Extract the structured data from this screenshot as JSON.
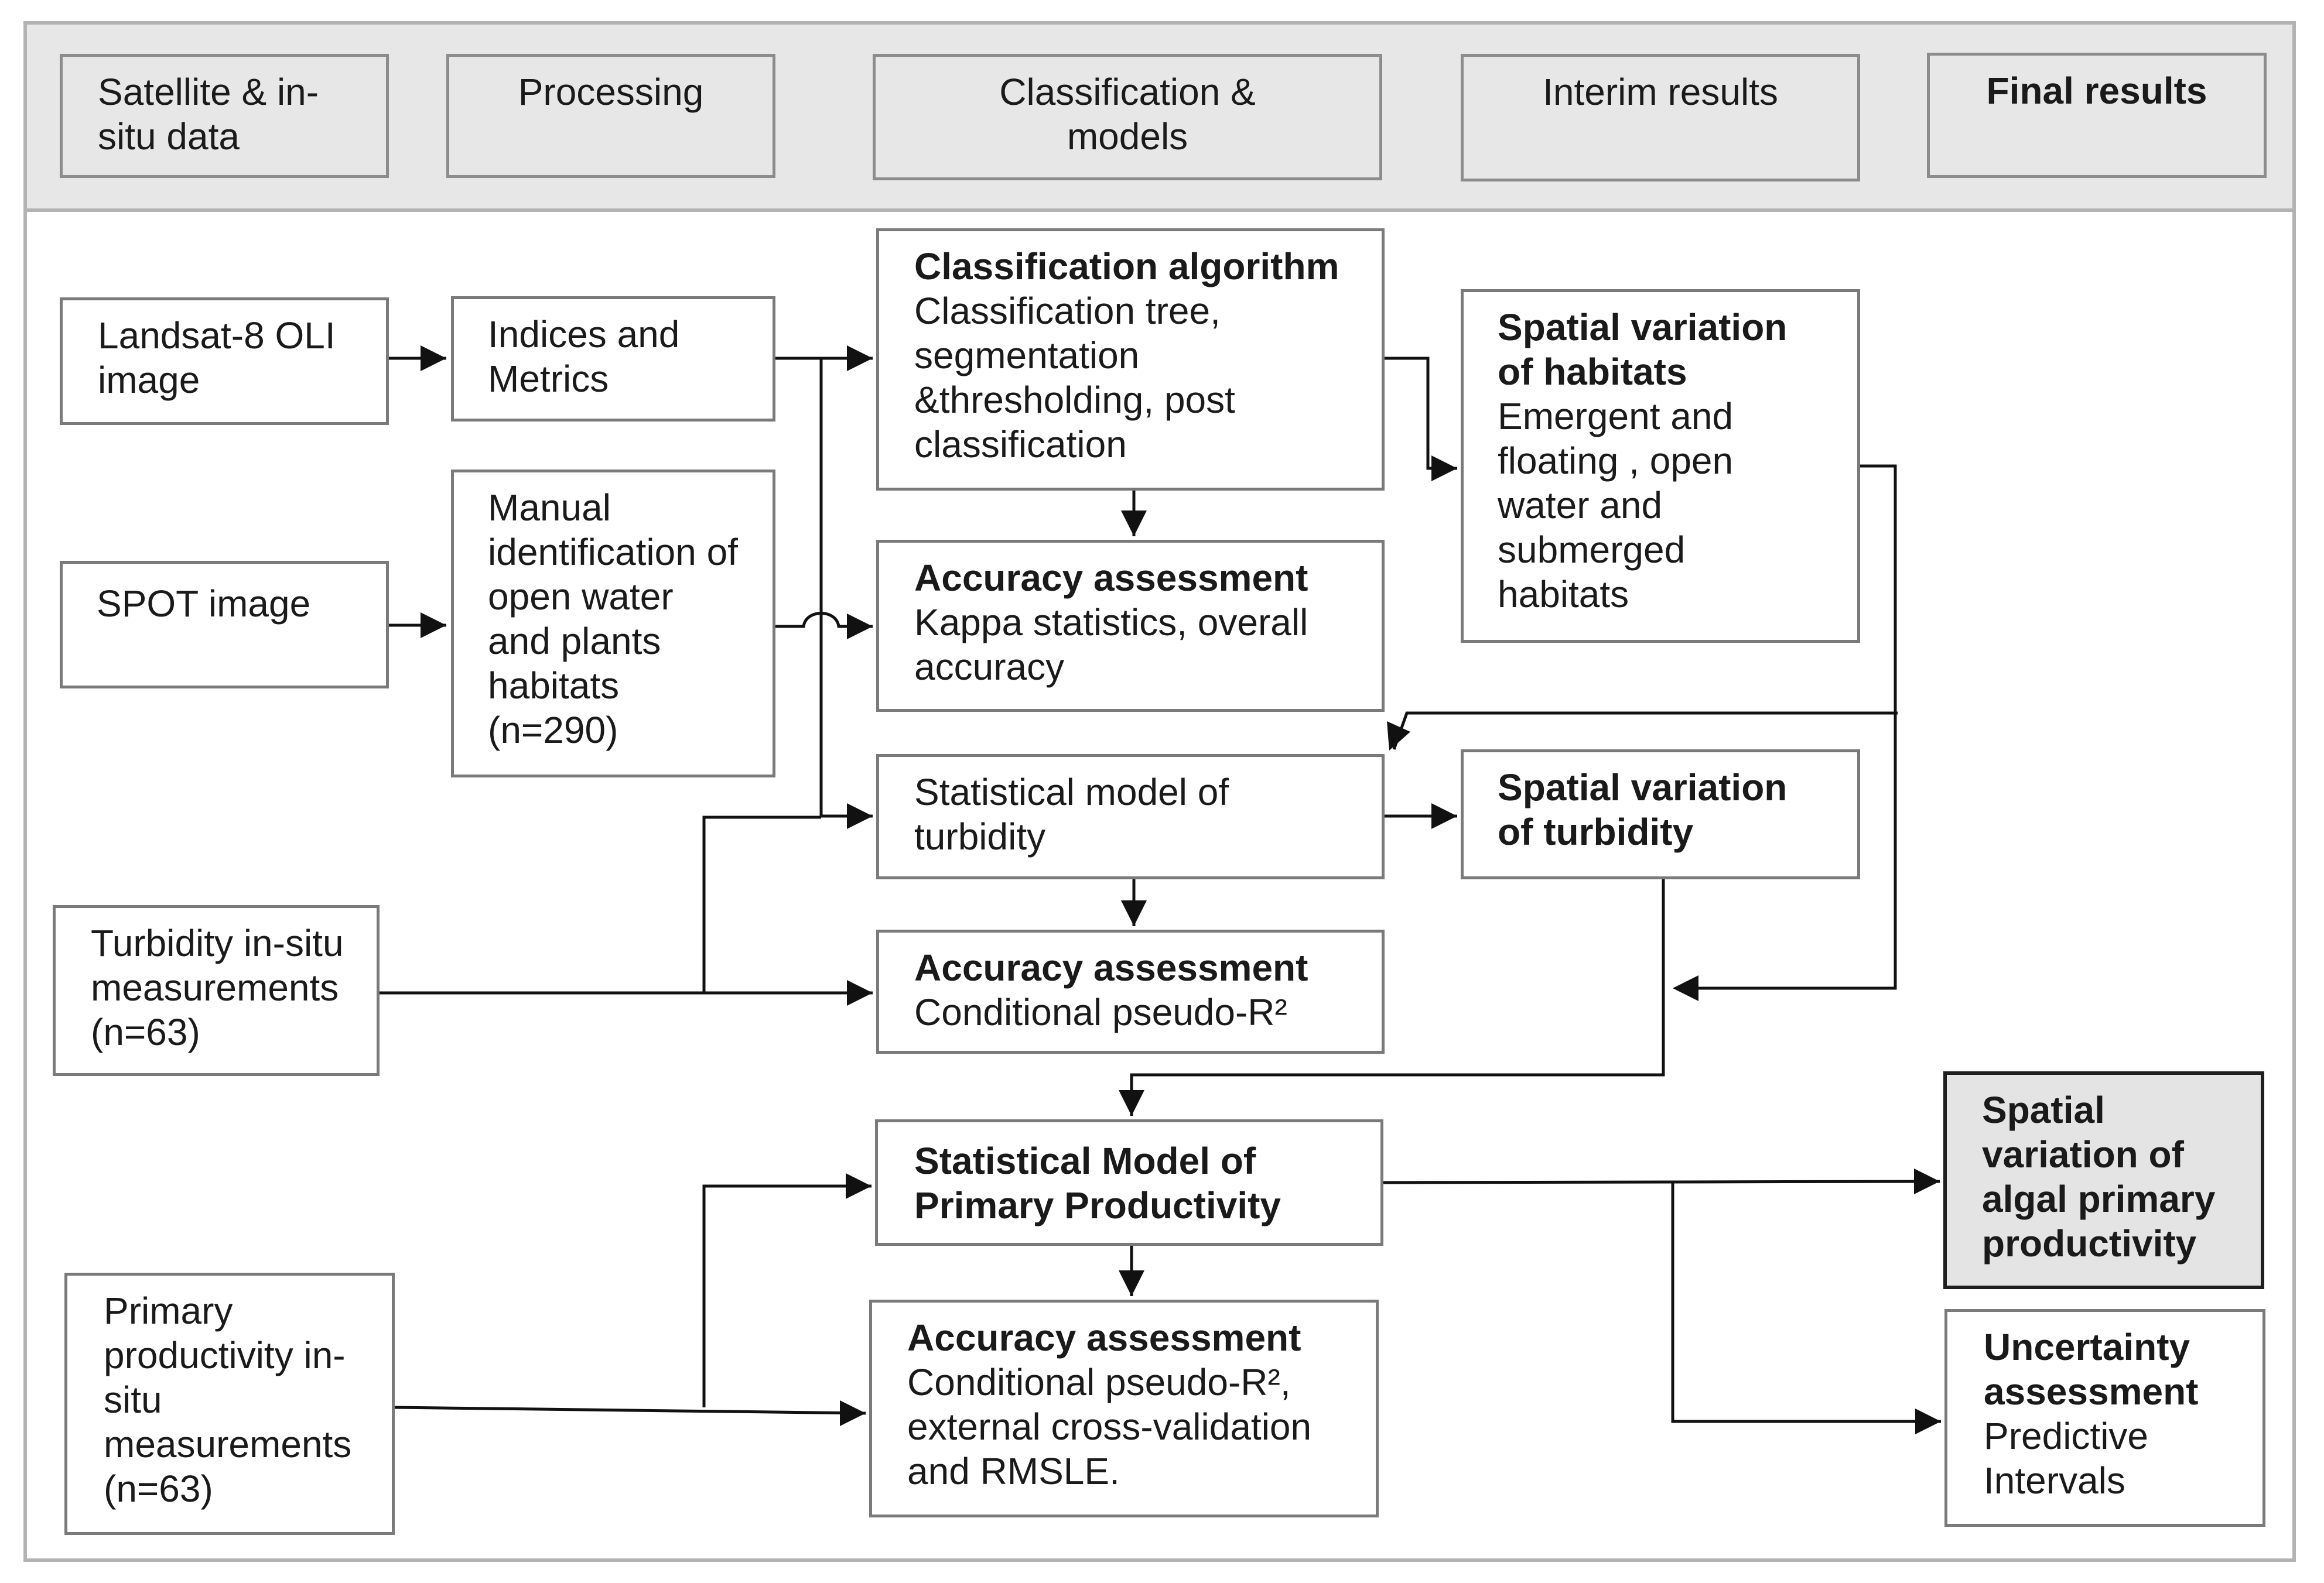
{
  "headers": {
    "satellite": "Satellite & in-\nsitu data",
    "processing": "Processing",
    "classification": "Classification &\nmodels",
    "interim": "Interim results",
    "final": "Final results"
  },
  "inputs": {
    "landsat": "Landsat-8 OLI\nimage",
    "spot": "SPOT image",
    "turbidity": "Turbidity in-situ\nmeasurements\n(n=63)",
    "primary": "Primary\nproductivity in-\nsitu\nmeasurements\n(n=63)"
  },
  "processing": {
    "indices": "Indices and\nMetrics",
    "manual": "Manual\nidentification of\nopen water\nand plants\nhabitats\n(n=290)"
  },
  "models": {
    "classification_title": "Classification algorithm",
    "classification_body": "Classification tree,\nsegmentation\n&thresholding, post\nclassification",
    "accuracy1_title": "Accuracy assessment",
    "accuracy1_body": "Kappa statistics, overall\naccuracy",
    "turbidity_model": "Statistical model of\nturbidity",
    "accuracy2_title": "Accuracy assessment",
    "accuracy2_body": "Conditional pseudo-R²",
    "pp_model_title": "Statistical Model of\nPrimary Productivity",
    "accuracy3_title": "Accuracy assessment",
    "accuracy3_body": "Conditional pseudo-R²,\nexternal cross-validation\nand RMSLE."
  },
  "interim": {
    "habitats_title": "Spatial variation\nof habitats",
    "habitats_body": "Emergent and\nfloating , open\nwater and\nsubmerged\nhabitats",
    "turbidity_title": "Spatial variation\nof turbidity"
  },
  "final": {
    "algal_title": "Spatial\nvariation of\nalgal primary\nproductivity",
    "uncertainty_title": "Uncertainty\nassessment",
    "uncertainty_body": "Predictive\nIntervals"
  }
}
